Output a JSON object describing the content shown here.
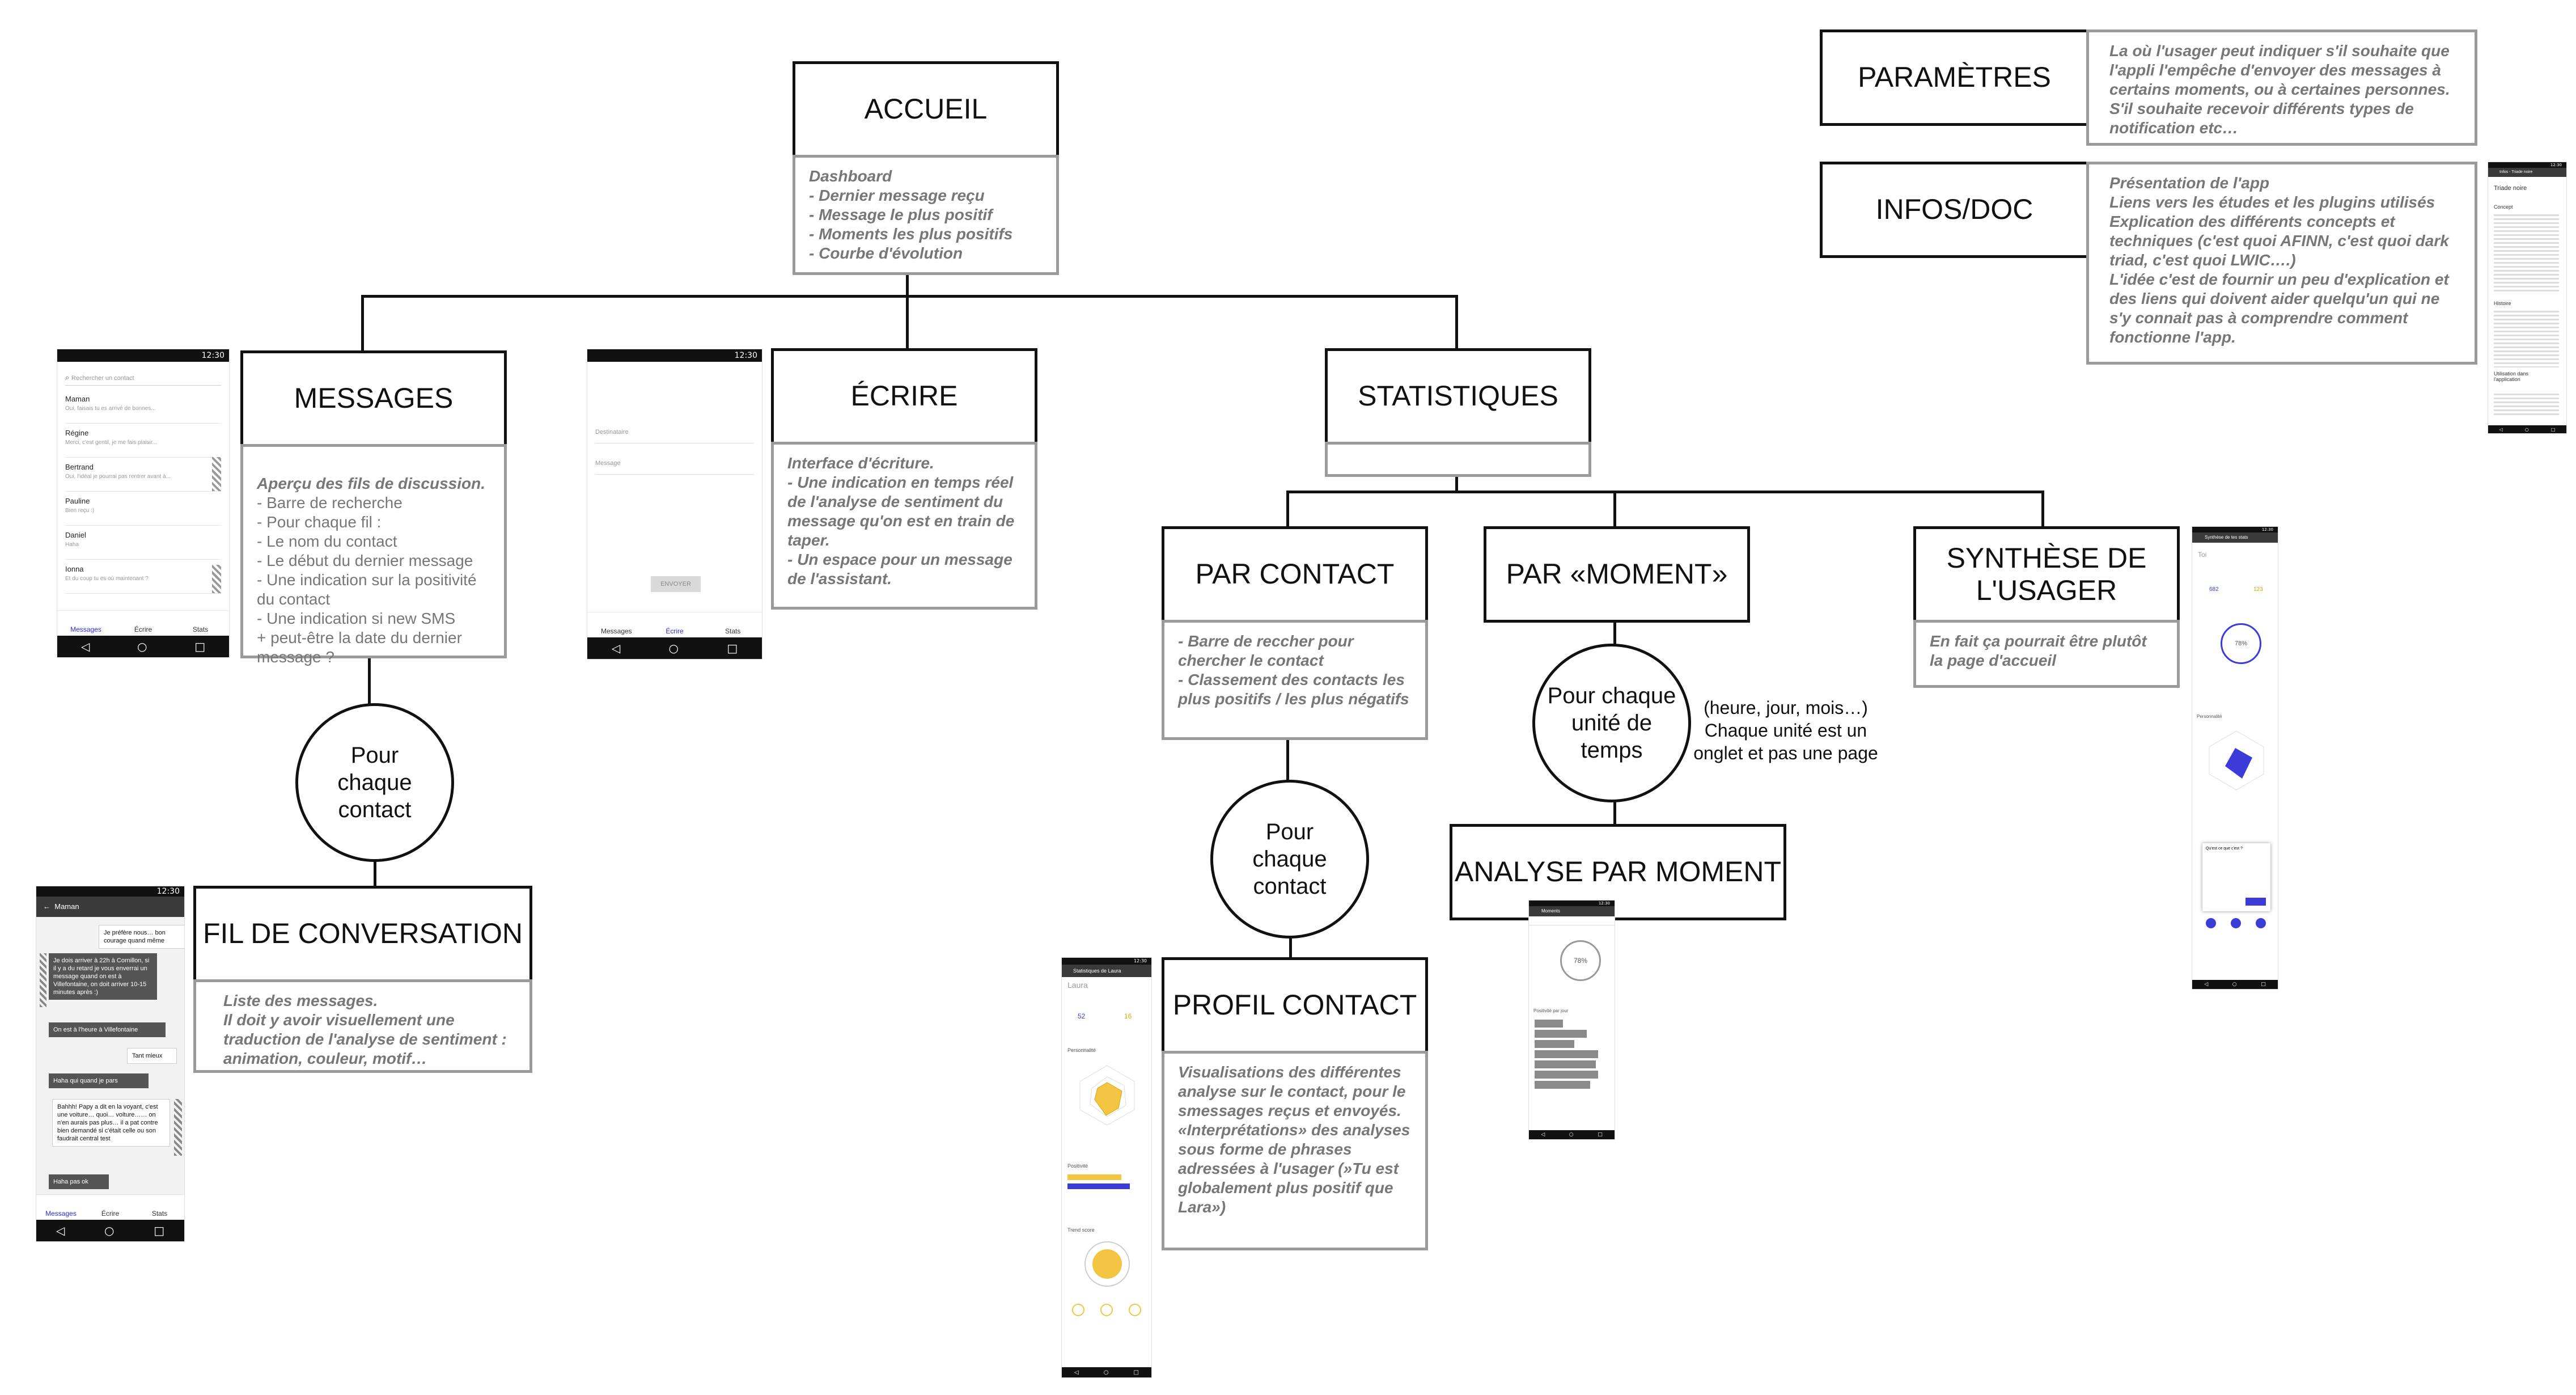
{
  "nodes": {
    "accueil": {
      "title": "ACCUEIL",
      "desc": "Dashboard\n- Dernier message reçu\n- Message le plus positif\n- Moments les plus positifs\n- Courbe d'évolution"
    },
    "messages": {
      "title": "MESSAGES",
      "desc_lead": "Aperçu des fils de discussion.",
      "desc": "- Barre de recherche\n- Pour chaque fil :\n   - Le nom du contact\n   - Le début du dernier message\n   - Une indication sur la positivité du contact\n   - Une indication si new SMS\n   + peut-être la date du dernier message ?"
    },
    "ecrire": {
      "title": "ÉCRIRE",
      "desc": "Interface d'écriture.\n- Une indication en temps réel de l'analyse de sentiment du message qu'on est en train de taper.\n- Un espace pour un message de l'assistant."
    },
    "statistiques": {
      "title": "STATISTIQUES",
      "desc": ""
    },
    "par_contact": {
      "title": "PAR CONTACT",
      "desc": "- Barre de reccher pour chercher le contact\n- Classement des contacts les plus positifs / les plus négatifs"
    },
    "par_moment": {
      "title": "PAR «MOMENT»"
    },
    "synthese": {
      "title": "SYNTHÈSE DE L'USAGER",
      "desc": "En fait ça pourrait être plutôt la page d'accueil"
    },
    "fil": {
      "title": "FIL DE CONVERSATION",
      "desc": "Liste des messages.\nIl doit y avoir visuellement une traduction de l'analyse de sentiment : animation, couleur, motif…"
    },
    "profil": {
      "title": "PROFIL CONTACT",
      "desc": "Visualisations des différentes analyse sur le contact, pour le smessages reçus et envoyés.\n«Interprétations» des analyses sous forme de phrases adressées à l'usager (»Tu est globalement plus positif que Lara»)"
    },
    "analyse_moment": {
      "title": "ANALYSE PAR MOMENT"
    },
    "parametres": {
      "title": "PARAMÈTRES",
      "desc": "La où l'usager peut indiquer s'il souhaite que l'appli l'empêche d'envoyer des messages à certains moments, ou à certaines personnes.\nS'il souhaite recevoir différents types de notification etc…"
    },
    "infos": {
      "title": "INFOS/DOC",
      "desc": "Présentation de l'app\nLiens vers les études et les plugins utilisés\nExplication des différents concepts et techniques (c'est quoi AFINN, c'est quoi dark triad, c'est quoi LWIC….)\nL'idée c'est de fournir un peu d'explication et des liens qui doivent aider quelqu'un  qui ne s'y connait pas à comprendre comment fonctionne l'app."
    }
  },
  "circles": {
    "contact_messages": "Pour chaque contact",
    "contact_stats": "Pour chaque contact",
    "unite_temps": "Pour chaque unité de temps"
  },
  "notes": {
    "unite_temps": "(heure, jour, mois…)\nChaque unité est un onglet et pas une page"
  },
  "mockups": {
    "status_time": "12:30",
    "nav": [
      "◁",
      "○",
      "□"
    ],
    "tabs": [
      "Messages",
      "Écrire",
      "Stats"
    ],
    "messages_list": {
      "search_placeholder": "Rechercher un contact",
      "contacts": [
        {
          "name": "Maman",
          "preview": "Oui, faisais tu es arrivé de bonnes..."
        },
        {
          "name": "Régine",
          "preview": "Merci, c'est gentil, je me fais plaisir..."
        },
        {
          "name": "Bertrand",
          "preview": "Oui, l'idéal je pourrai pas rentrer avant à..."
        },
        {
          "name": "Pauline",
          "preview": "Bien reçu :)"
        },
        {
          "name": "Daniel",
          "preview": "Haha"
        },
        {
          "name": "Ionna",
          "preview": "Et du coup tu es où maintenant ?"
        }
      ]
    },
    "ecrire": {
      "recipient": "Destinataire",
      "message": "Message",
      "send": "ENVOYER"
    },
    "fil": {
      "contact": "Maman",
      "bubbles": [
        "Je préfère nous… bon courage quand même",
        "Je dois arriver à 22h à Cornillon, si il y a du retard je vous enverrai un message quand on est à Villefontaine, on doit arriver 10-15 minutes après :)",
        "On est à l'heure à Villefontaine",
        "Tant mieux",
        "Haha qui quand je pars",
        "Bahhh! Papy a dit en la voyant, c'est une voiture… quoi… voiture…… on n'en aurais pas plus… il a pat contre bien demandé si c'était celle ou son faudrait central test",
        "Haha pas ok"
      ]
    },
    "profil": {
      "header": "Statistiques de Laura",
      "name": "Laura",
      "v1": "52",
      "v2": "16",
      "section1": "Personnalité",
      "section2": "Positivité",
      "section3": "Trend score"
    },
    "moment": {
      "header": "Moments",
      "percent": "78%",
      "section": "Positivité par jour"
    },
    "synthese": {
      "header": "Synthèse de tes stats",
      "name": "Toi",
      "v1": "682",
      "v2": "123",
      "percent": "78%",
      "section": "Personnalité",
      "popup_title": "Qu'est ce que c'est ?"
    },
    "infos": {
      "header": "Infos - Triade noire",
      "h1": "Triade noire",
      "h2": "Concept",
      "h3": "Histoire",
      "h4": "Utilisation dans l'application"
    }
  },
  "colors": {
    "border_dark": "#111111",
    "border_gray": "#9a9a9a",
    "text_gray": "#777777",
    "accent_yellow": "#f4c542",
    "accent_blue": "#3b3bd9"
  }
}
